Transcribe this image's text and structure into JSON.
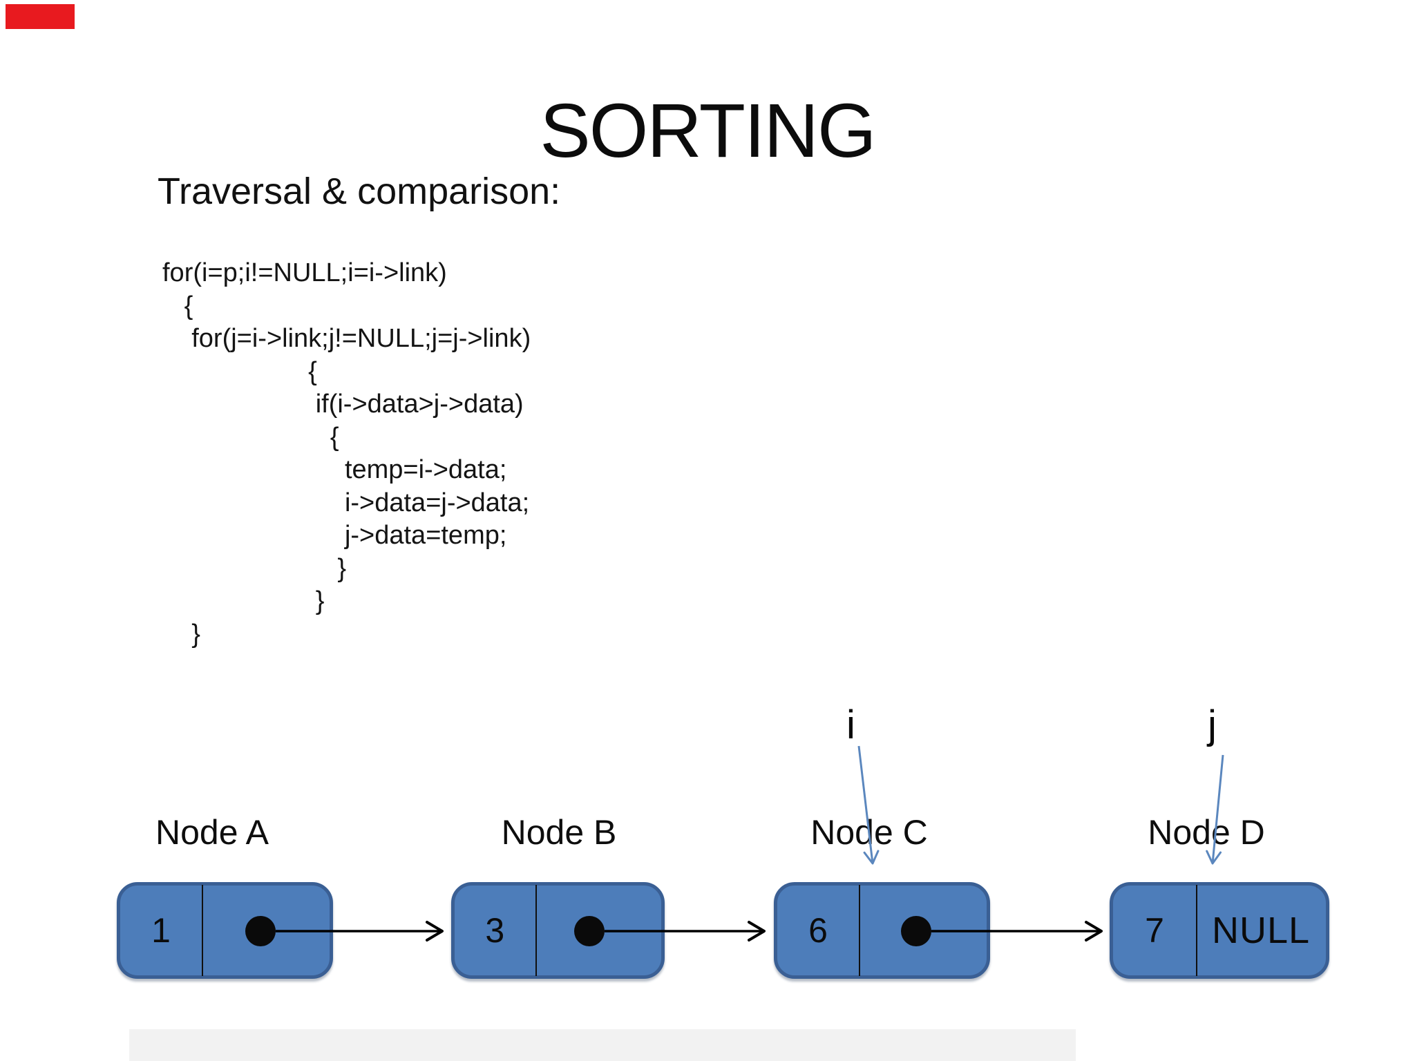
{
  "slide": {
    "title": "SORTING",
    "heading": "Traversal & comparison:",
    "code_lines": [
      "for(i=p;i!=NULL;i=i->link)",
      "   {",
      "    for(j=i->link;j!=NULL;j=j->link)",
      "                    {",
      "                     if(i->data>j->data)",
      "                       {",
      "                         temp=i->data;",
      "                         i->data=j->data;",
      "                         j->data=temp;",
      "                        }",
      "                     }",
      "    }"
    ]
  },
  "pointers": {
    "i": "i",
    "j": "j"
  },
  "diagram": {
    "nodes": [
      {
        "name": "Node A",
        "data": "1",
        "link": ""
      },
      {
        "name": "Node B",
        "data": "3",
        "link": ""
      },
      {
        "name": "Node C",
        "data": "6",
        "link": ""
      },
      {
        "name": "Node D",
        "data": "7",
        "link": "NULL"
      }
    ]
  },
  "colors": {
    "node_fill": "#4d7dba",
    "node_border": "#3a5f94",
    "link_arrow": "#000000",
    "pointer_arrow": "#5b87be",
    "red_bar": "#e81a1f"
  }
}
